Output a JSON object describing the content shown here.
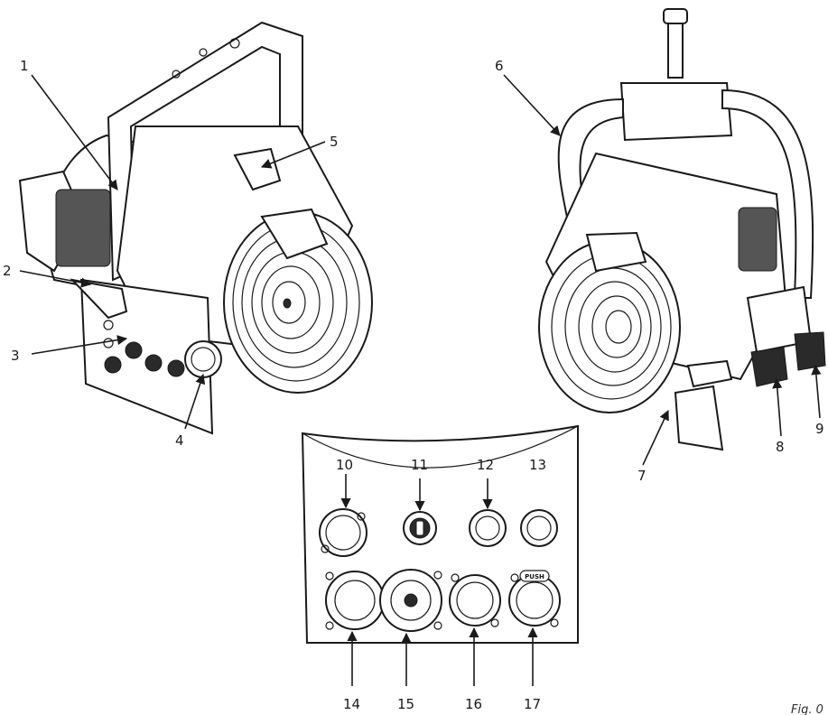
{
  "callouts": [
    "1",
    "2",
    "3",
    "4",
    "5",
    "6",
    "7",
    "8",
    "9",
    "10",
    "11",
    "12",
    "13",
    "14",
    "15",
    "16",
    "17"
  ],
  "figure_label": "Fig. 0",
  "panel": {
    "push_label": "PUSH"
  },
  "colors": {
    "line": "#1a1a1a",
    "background": "#ffffff",
    "shade": "#555555"
  }
}
